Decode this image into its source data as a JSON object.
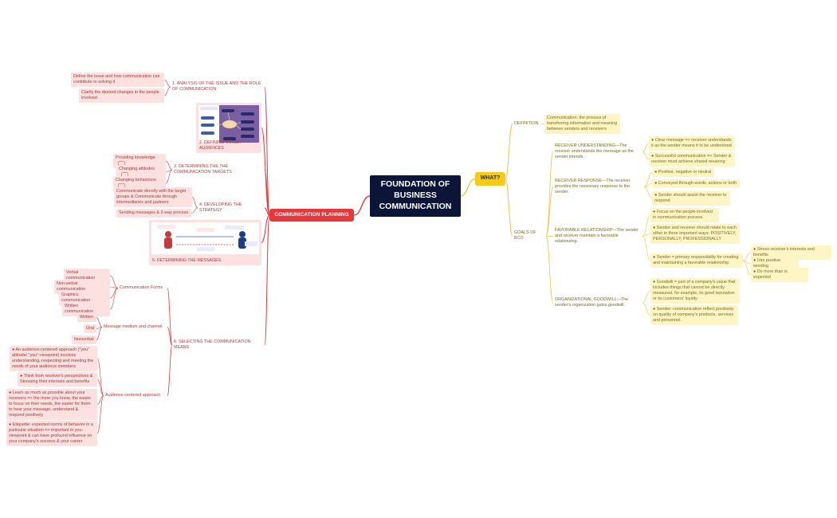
{
  "central": "FOUNDATION OF BUSINESS COMMUNICATION",
  "right": {
    "label": "WHAT?",
    "definition": {
      "label": "DEFINITION",
      "text": "Communication: the process of transferring information and meaning between senders and receivers"
    },
    "goals": {
      "label": "GOALS OF BCO",
      "receiver_understanding": {
        "label": "RECEIVER UNDERSTANDING—The receiver understands the message as the sender intends.",
        "items": [
          "● Clear message => receiver understands it as the sender means it to be understood",
          "● Successful communication => Sender & receiver must achieve shared meaning"
        ]
      },
      "receiver_response": {
        "label": "RECEIVER RESPONSE—The receiver provides the necessary response to the sender.",
        "items": [
          "● Positive, negative or neutral",
          "● Conveyed through words, actions or both",
          "● Sender should assist the receiver to respond"
        ]
      },
      "favorable_relationship": {
        "label": "FAVORABLE RELATIONSHIP—The sender and receiver maintain a favorable relationship.",
        "items": [
          "● Focus on the people involved in communication process",
          "● Sender and receiver should relate to each other in three important ways: POSITIVELY, PERSONALLY, PROFESSIONALLY",
          "● Sender = primary responsibility for creating and maintaining a favorable relationship"
        ],
        "sub_items": [
          "● Stress receiver's interests and benefits",
          "● Use positive wording",
          "● Do more than is expected"
        ]
      },
      "organizational_goodwill": {
        "label": "ORGANIZATIONAL GOODWILL—The sender's organization gains goodwill.",
        "items": [
          "● Goodwill = part of a company's value that includes things that cannot be directly measured, for example, its good reputation or its customers' loyalty",
          "● Sender: communication reflect positively on quality of company's products, services and personnel."
        ]
      }
    }
  },
  "left": {
    "label": "COMMUNICATION PLANNING",
    "analysis": {
      "label": "1. ANALYSIS OF THE ISSUE AND THE ROLE OF COMMUNICATION",
      "items": [
        "Define the issue and how communication can contribute to solving it",
        "Clarify the desired changes in the people involved"
      ]
    },
    "audiences": {
      "label": "2. DEFINING TARGET AUDIENCES"
    },
    "targets": {
      "label": "3. DETERMINING THE THE COMMUNICATION TARGETS",
      "items": [
        "Providing knowledge",
        "Changing attitudes",
        "Changing behaviours"
      ]
    },
    "strategy": {
      "label": "4. DEVELOPING THE STRATEGY",
      "items": [
        "Communicate directly with the target groups & Communicate through intermediaries and partners",
        "Sending messages & 2-way process"
      ]
    },
    "messages": {
      "label": "5. DETERMINING THE MESSAGES"
    },
    "means": {
      "label": "6. SELECTING THE COMMUNICATION MEANS",
      "forms": {
        "label": "Communication Forms",
        "items": [
          "Verbal communication",
          "Non-verbal communication",
          "Graphics communication",
          "Written communication"
        ]
      },
      "medium": {
        "label": "Message medium and channel",
        "items": [
          "Written",
          "Oral",
          "Nonverbal"
        ]
      },
      "audience_centered": {
        "label": "Audience-centered approach",
        "items": [
          "● An audience-centered approach (\"you\" attitude/ \"you\"-viewpoint) involves understanding, respecting and meeting the needs of your audience members",
          "● Think from receiver's perspectives & Stressing their interests and benefits",
          "● Learn as much as possible about your receivers => the more you know, the easier to focus on their needs, the easier for them to hear your message, understand & respond positively",
          "● Etiquette: expected norms of behavior in a particular situation => important in you-viewpoint & can have profound influence on your company's success & your career"
        ]
      }
    }
  },
  "colors": {
    "central": "#0b1537",
    "what": "#f5cc15",
    "planning": "#e8373a",
    "yellow_branch": "#e7c74a",
    "red_branch": "#e8373a",
    "light_yellow": "#fdf5c4",
    "light_pink": "#fde0e0"
  }
}
